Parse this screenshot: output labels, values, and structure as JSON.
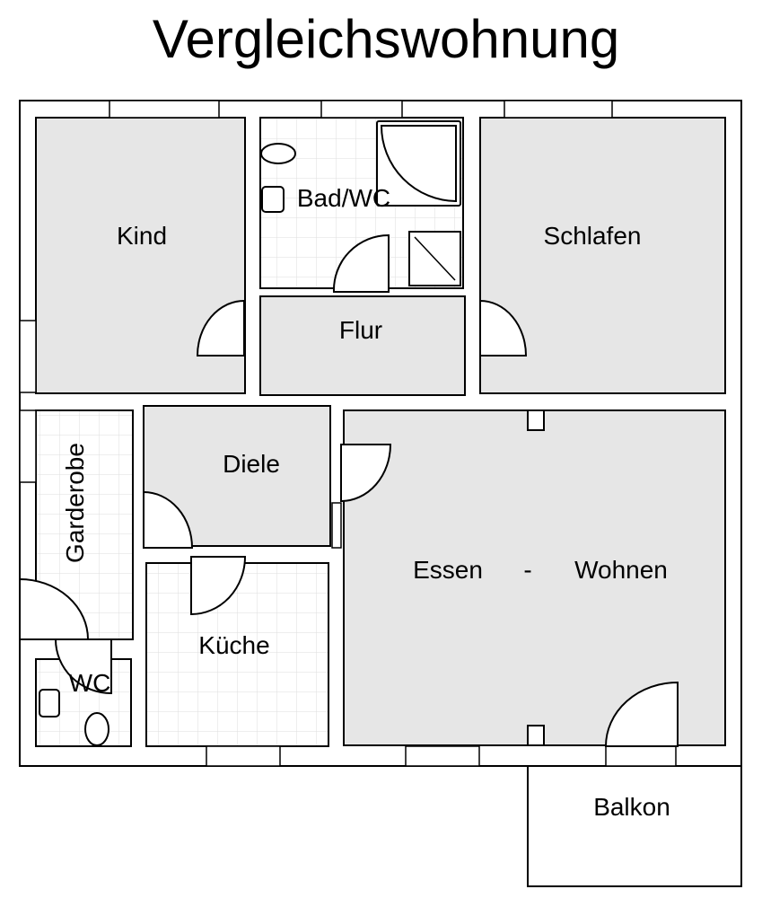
{
  "title": "Vergleichswohnung",
  "rooms": {
    "kind": "Kind",
    "bad": "Bad/WC",
    "schlafen": "Schlafen",
    "flur": "Flur",
    "diele": "Diele",
    "garderobe": "Garderobe",
    "wc": "WC",
    "kueche": "Küche",
    "essen": "Essen",
    "dash": "-",
    "wohnen": "Wohnen",
    "balkon": "Balkon"
  },
  "colors": {
    "room_fill": "#e6e6e6",
    "wall": "#000000",
    "background": "#ffffff"
  }
}
